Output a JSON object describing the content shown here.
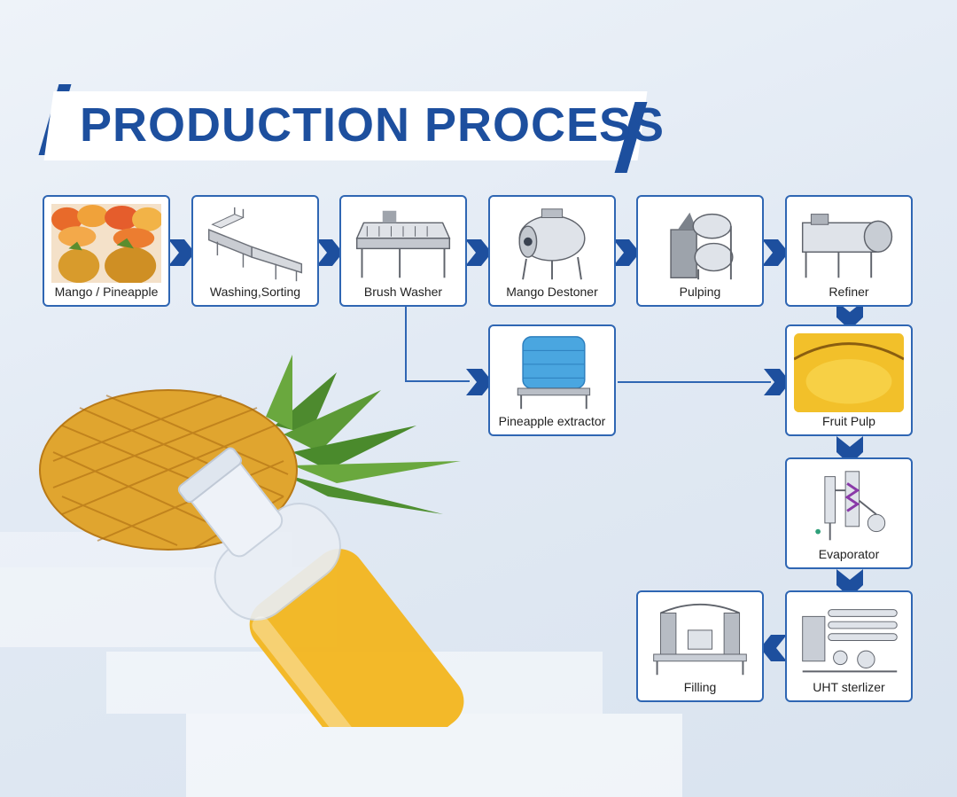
{
  "title": "PRODUCTION PROCESS",
  "colors": {
    "accent": "#1d4f9e",
    "box_border": "#2f66b3",
    "background": "#e2eaf4"
  },
  "steps": [
    {
      "id": "mango-pineapple",
      "label": "Mango / Pineapple",
      "icon": "mango-pineapple-icon"
    },
    {
      "id": "washing-sorting",
      "label": "Washing,Sorting",
      "icon": "washing-machine-icon"
    },
    {
      "id": "brush-washer",
      "label": "Brush Washer",
      "icon": "brush-washer-icon"
    },
    {
      "id": "mango-destoner",
      "label": "Mango Destoner",
      "icon": "destoner-icon"
    },
    {
      "id": "pulping",
      "label": "Pulping",
      "icon": "pulping-machine-icon"
    },
    {
      "id": "refiner",
      "label": "Refiner",
      "icon": "refiner-icon"
    },
    {
      "id": "pineapple-extractor",
      "label": "Pineapple extractor",
      "icon": "belt-press-icon"
    },
    {
      "id": "fruit-pulp",
      "label": "Fruit  Pulp",
      "icon": "pulp-bowl-icon"
    },
    {
      "id": "evaporator",
      "label": "Evaporator",
      "icon": "evaporator-icon"
    },
    {
      "id": "uht-sterilizer",
      "label": "UHT sterlizer",
      "icon": "sterilizer-icon"
    },
    {
      "id": "filling",
      "label": "Filling",
      "icon": "filling-machine-icon"
    }
  ],
  "flow": [
    [
      "mango-pineapple",
      "washing-sorting"
    ],
    [
      "washing-sorting",
      "brush-washer"
    ],
    [
      "brush-washer",
      "mango-destoner"
    ],
    [
      "mango-destoner",
      "pulping"
    ],
    [
      "pulping",
      "refiner"
    ],
    [
      "refiner",
      "fruit-pulp"
    ],
    [
      "brush-washer",
      "pineapple-extractor"
    ],
    [
      "pineapple-extractor",
      "fruit-pulp"
    ],
    [
      "fruit-pulp",
      "evaporator"
    ],
    [
      "evaporator",
      "uht-sterilizer"
    ],
    [
      "uht-sterilizer",
      "filling"
    ]
  ],
  "hero_icons": [
    "pineapple-icon",
    "juice-bottle-icon"
  ]
}
